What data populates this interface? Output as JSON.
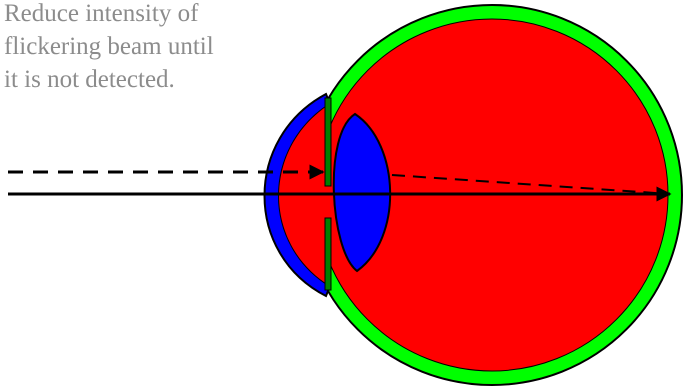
{
  "caption": {
    "lines": [
      "Reduce intensity of",
      "flickering beam until",
      "it is not detected."
    ]
  },
  "colors": {
    "sclera": "#00ff00",
    "vitreous": "#ff0000",
    "cornea": "#0000ff",
    "lens": "#0000ff",
    "outline": "#000000",
    "caption_text": "#8c8c8c"
  }
}
